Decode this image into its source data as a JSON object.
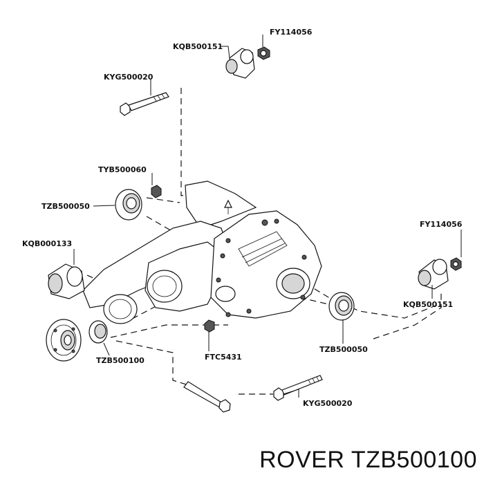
{
  "labels": {
    "kqb500151_top": "KQB500151",
    "fy114056_top": "FY114056",
    "kyg500020_top": "KYG500020",
    "tyb500060": "TYB500060",
    "tzb500050_left": "TZB500050",
    "kqb000133": "KQB000133",
    "fy114056_right": "FY114056",
    "kqb500151_right": "KQB500151",
    "tzb500050_bottom": "TZB500050",
    "ftc5431": "FTC5431",
    "tzb500100": "TZB500100",
    "kyg500020_bottom": "KYG500020"
  },
  "caption": "ROVER TZB500100"
}
